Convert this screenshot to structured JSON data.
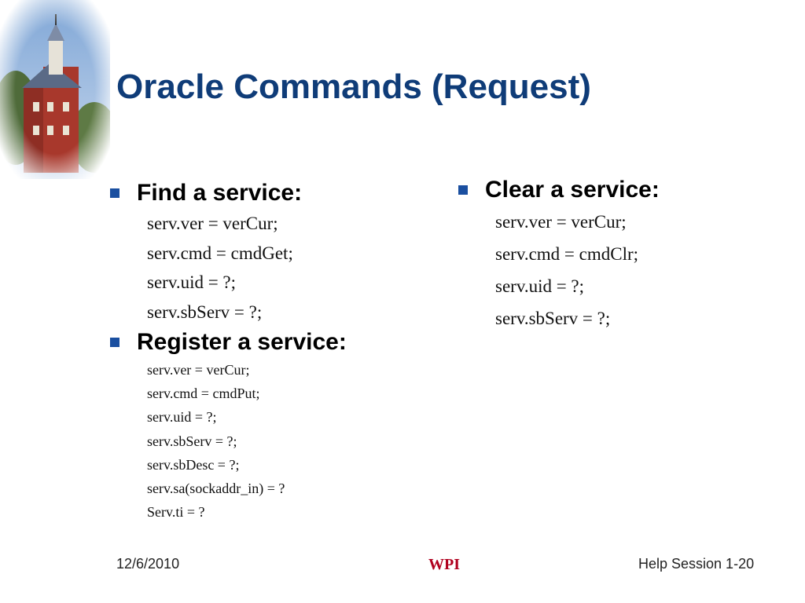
{
  "slide": {
    "title": "Oracle Commands (Request)",
    "image": {
      "icon": "campus-building-tower-photo"
    },
    "left_column": [
      {
        "heading": "Find a service:",
        "lines": [
          "serv.ver = verCur;",
          "serv.cmd = cmdGet;",
          "serv.uid = ?;",
          "serv.sbServ = ?;"
        ]
      },
      {
        "heading": "Register a service:",
        "lines": [
          "serv.ver = verCur;",
          "serv.cmd = cmdPut;",
          "serv.uid = ?;",
          "serv.sbServ = ?;",
          "serv.sbDesc = ?;",
          "serv.sa(sockaddr_in) = ?",
          "Serv.ti = ?"
        ]
      }
    ],
    "right_column": [
      {
        "heading": "Clear a service:",
        "lines": [
          "serv.ver = verCur;",
          "serv.cmd = cmdClr;",
          "serv.uid = ?;",
          "serv.sbServ = ?;"
        ]
      }
    ],
    "footer": {
      "date": "12/6/2010",
      "org": "WPI",
      "page": "Help Session 1-20"
    },
    "colors": {
      "title": "#0f3c78",
      "bullet": "#1a4fa0",
      "org": "#b0001e"
    }
  }
}
